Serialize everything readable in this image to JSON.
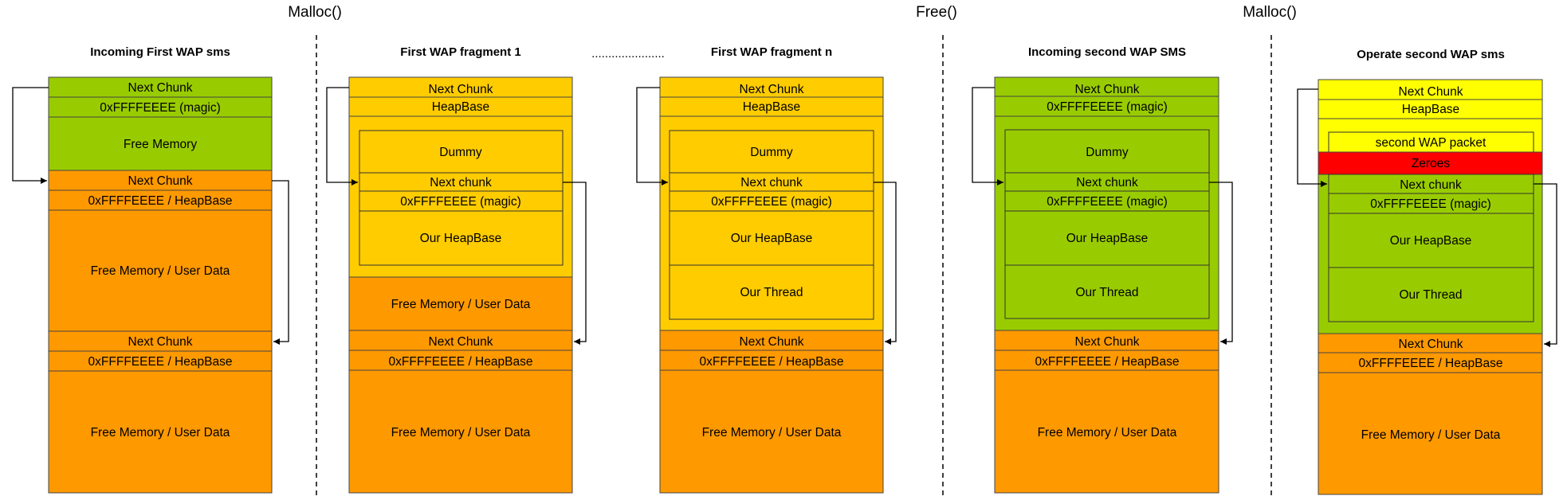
{
  "phases": {
    "malloc_1": "Malloc()",
    "free": "Free()",
    "malloc_2": "Malloc()"
  },
  "ellipsis": "......................",
  "colors": {
    "green": "#99cc00",
    "orange": "#ff9900",
    "amber": "#ffcc00",
    "yellow": "#ffff00",
    "red": "#ff0000"
  },
  "columns": {
    "c1": {
      "title": "Incoming First WAP sms",
      "next_chunk_1": "Next Chunk",
      "magic": "0xFFFFEEEE (magic)",
      "free_memory": "Free Memory",
      "next_chunk_2": "Next Chunk",
      "heapbase_1": "0xFFFFEEEE / HeapBase",
      "user_data_1": "Free Memory / User Data",
      "next_chunk_3": "Next Chunk",
      "heapbase_2": "0xFFFFEEEE / HeapBase",
      "user_data_2": "Free Memory / User Data"
    },
    "c2": {
      "title": "First WAP fragment 1",
      "next_chunk_1": "Next Chunk",
      "heapbase": "HeapBase",
      "dummy": "Dummy",
      "inner_next_chunk": "Next chunk",
      "inner_magic": "0xFFFFEEEE (magic)",
      "our_heapbase": "Our HeapBase",
      "user_data_1": "Free Memory / User Data",
      "next_chunk_2": "Next Chunk",
      "heapbase_2": "0xFFFFEEEE / HeapBase",
      "user_data_2": "Free Memory / User Data"
    },
    "c3": {
      "title": "First WAP fragment n",
      "next_chunk_1": "Next Chunk",
      "heapbase": "HeapBase",
      "dummy": "Dummy",
      "inner_next_chunk": "Next chunk",
      "inner_magic": "0xFFFFEEEE (magic)",
      "our_heapbase": "Our HeapBase",
      "our_thread": "Our Thread",
      "next_chunk_2": "Next Chunk",
      "heapbase_2": "0xFFFFEEEE / HeapBase",
      "user_data": "Free Memory / User Data"
    },
    "c4": {
      "title": "Incoming second WAP SMS",
      "next_chunk_1": "Next Chunk",
      "magic": "0xFFFFEEEE (magic)",
      "dummy": "Dummy",
      "inner_next_chunk": "Next chunk",
      "inner_magic": "0xFFFFEEEE (magic)",
      "our_heapbase": "Our HeapBase",
      "our_thread": "Our Thread",
      "next_chunk_2": "Next Chunk",
      "heapbase_2": "0xFFFFEEEE / HeapBase",
      "user_data": "Free Memory / User Data"
    },
    "c5": {
      "title": "Operate second WAP sms",
      "next_chunk_1": "Next Chunk",
      "heapbase": "HeapBase",
      "second_wap_packet": "second WAP packet",
      "zeroes": "Zeroes",
      "inner_next_chunk": "Next chunk",
      "inner_magic": "0xFFFFEEEE (magic)",
      "our_heapbase": "Our HeapBase",
      "our_thread": "Our Thread",
      "next_chunk_2": "Next Chunk",
      "heapbase_2": "0xFFFFEEEE / HeapBase",
      "user_data": "Free Memory / User Data"
    }
  }
}
